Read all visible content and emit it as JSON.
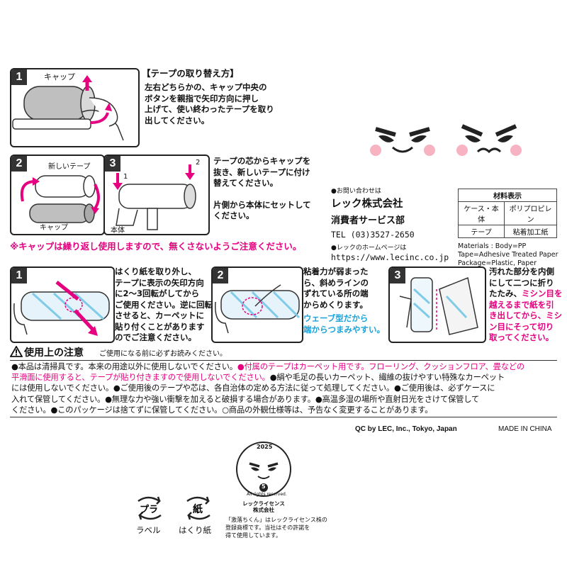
{
  "tape_change": {
    "step1_num": "1",
    "step1_cap_label": "キャップ",
    "title": "【テープの取り替え方】",
    "instructions": [
      "左右どちらかの、キャップ中央の",
      "ボタンを親指で矢印方向に押し",
      "上げて、使い終わったテープを取り",
      "出してください。"
    ],
    "step2_num": "2",
    "step2_new_tape_label": "新しいテープ",
    "step2_cap_label": "キャップ",
    "step3_num": "3",
    "step3_label_1": "1",
    "step3_label_2": "2",
    "step3_body_label": "本体",
    "step23_instructions": [
      "テープの芯からキャップを",
      "抜き、新しいテープに付け",
      "替えてください。",
      "",
      "片側から本体にセットして",
      "ください。"
    ],
    "cap_warning": "※キャップは繰り返し使用しますので、無くさないようご注意ください。"
  },
  "contact": {
    "inquiry_label": "●お問い合わせは",
    "company": "レック株式会社",
    "department": "消費者サービス部",
    "tel": "TEL (03)3527-2650",
    "homepage_label": "●レックのホームページは",
    "url": "https://www.lecinc.co.jp"
  },
  "materials": {
    "title": "材料表示",
    "rows": [
      [
        "ケース・本体",
        "ポリプロピレン"
      ],
      [
        "テープ",
        "粘着加工紙"
      ]
    ],
    "en_lines": [
      "Materials : Body=PP",
      "Tape=Adhesive Treated Paper",
      "Package=Plastic, Paper"
    ]
  },
  "peel": {
    "step1_num": "1",
    "step1_text": [
      "はくり紙を取り外し、",
      "テープに表示の矢印方向",
      "に2〜3回転がしてから",
      "ご使用ください。逆に回転",
      "させると、カーペットに",
      "貼り付くことがあります",
      "のでご注意ください。"
    ],
    "step2_num": "2",
    "step2_text": [
      "粘着力が弱まった",
      "ら、斜めラインの",
      "ずれている所の端",
      "からめくります。"
    ],
    "step2_highlight": [
      "ウェーブ型だから",
      "端からつまみやすい。"
    ],
    "step3_num": "3",
    "step3_text_black": [
      "汚れた部分を内側",
      "にして二つに折り",
      "たたみ、"
    ],
    "step3_text_pink_inline": "ミシン目を",
    "step3_text_pink": [
      "越えるまで紙を引",
      "き出してから、ミシ",
      "ン目にそって切り",
      "取ってください。"
    ]
  },
  "caution": {
    "heading": "使用上の注意",
    "subheading": "ご使用になる前に必ずお読みください。",
    "lines": [
      [
        {
          "t": "●本品は清掃具です。本来の用途以外に使用しないでください。",
          "c": "k"
        },
        {
          "t": "●付属のテープはカーペット用です。フローリング、クッションフロア、畳などの",
          "c": "p"
        }
      ],
      [
        {
          "t": "平滑面に使用すると、テープが貼り付きますので使用しないでください。",
          "c": "p"
        },
        {
          "t": "●絹や毛足の長いカーペット、繊維の抜けやすい特殊なカーペット",
          "c": "k"
        }
      ],
      [
        {
          "t": "には使用しないでください。●ご使用後のテープや芯は、各自治体の定める方法に従って処理してください。●ご使用後は、必ずケースに",
          "c": "k"
        }
      ],
      [
        {
          "t": "入れて保管してください。●無理な力や強い衝撃を加えると破損する場合があります。●高温多湿の場所や直射日光をさけて保管して",
          "c": "k"
        }
      ],
      [
        {
          "t": "ください。●このパッケージは捨てずに保管してください。○商品の外観仕様等は、予告なく変更することがあります。",
          "c": "k"
        }
      ]
    ]
  },
  "footer": {
    "qc": "QC by LEC, Inc., Tokyo, Japan",
    "origin": "MADE IN CHINA"
  },
  "license": {
    "year": "2025",
    "rights": "All rights reserved.",
    "badge_num": "5",
    "licensor": [
      "レックライセンス",
      "株式会社"
    ],
    "trademark": [
      "「激落ちくん」はレックライセンス株の",
      "登録商標です。当社はその許諾を",
      "得て使用しています。"
    ]
  },
  "recycle": {
    "label_mark": "プラ",
    "label_name": "ラベル",
    "paper_mark": "紙",
    "paper_name": "はくり紙"
  },
  "colors": {
    "pink": "#e4007f",
    "blue": "#1aa3d9",
    "dark": "#222222"
  }
}
